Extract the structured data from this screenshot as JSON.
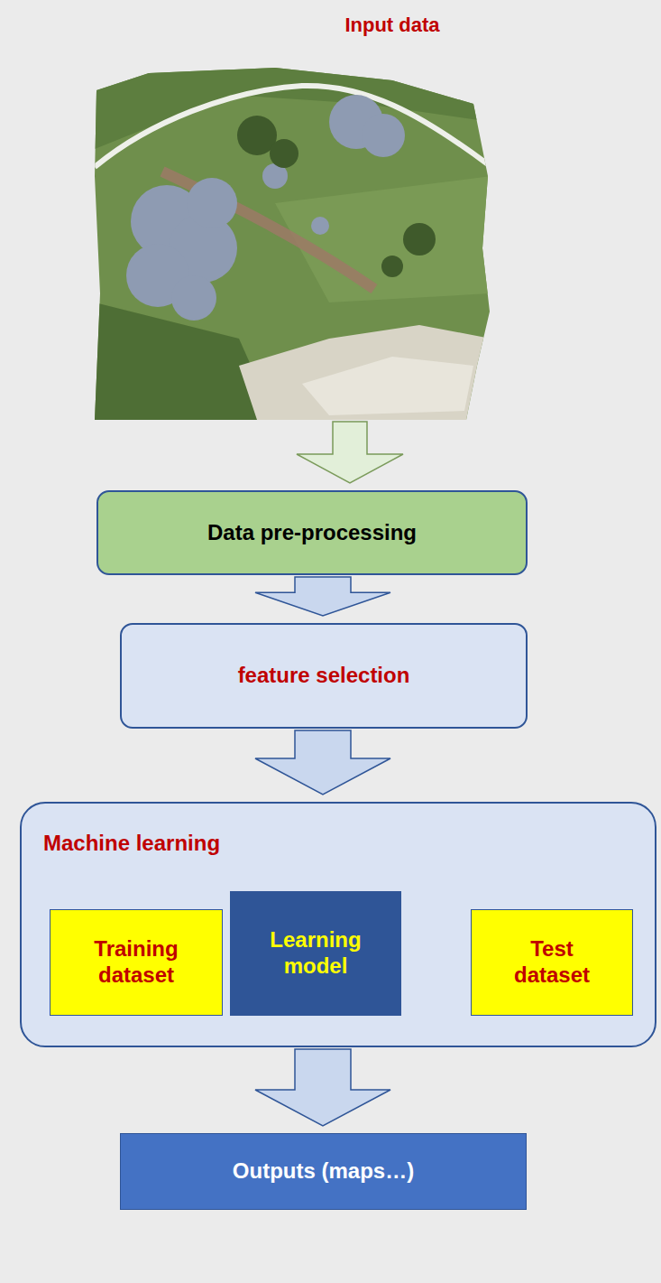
{
  "diagram": {
    "nodes": [
      {
        "text": [
          "Input data"
        ]
      },
      {
        "text": [
          "Data pre-processing"
        ]
      },
      {
        "text": [
          "feature selection"
        ]
      },
      {
        "text": [
          "Machine learning"
        ]
      },
      {
        "text": [
          "Training dataset"
        ],
        "in": 3
      },
      {
        "text": [
          "Learning model"
        ],
        "in": 3
      },
      {
        "text": [
          "Test dataset"
        ],
        "in": 3
      },
      {
        "text": [
          "Outputs (maps…)"
        ]
      }
    ],
    "edges": [
      {
        "from": 0,
        "to": 1,
        "arrow": "to"
      },
      {
        "from": 1,
        "to": 2,
        "arrow": "to"
      },
      {
        "from": 2,
        "to": 3,
        "arrow": "to"
      },
      {
        "from": 3,
        "to": 7,
        "arrow": "to"
      }
    ]
  }
}
